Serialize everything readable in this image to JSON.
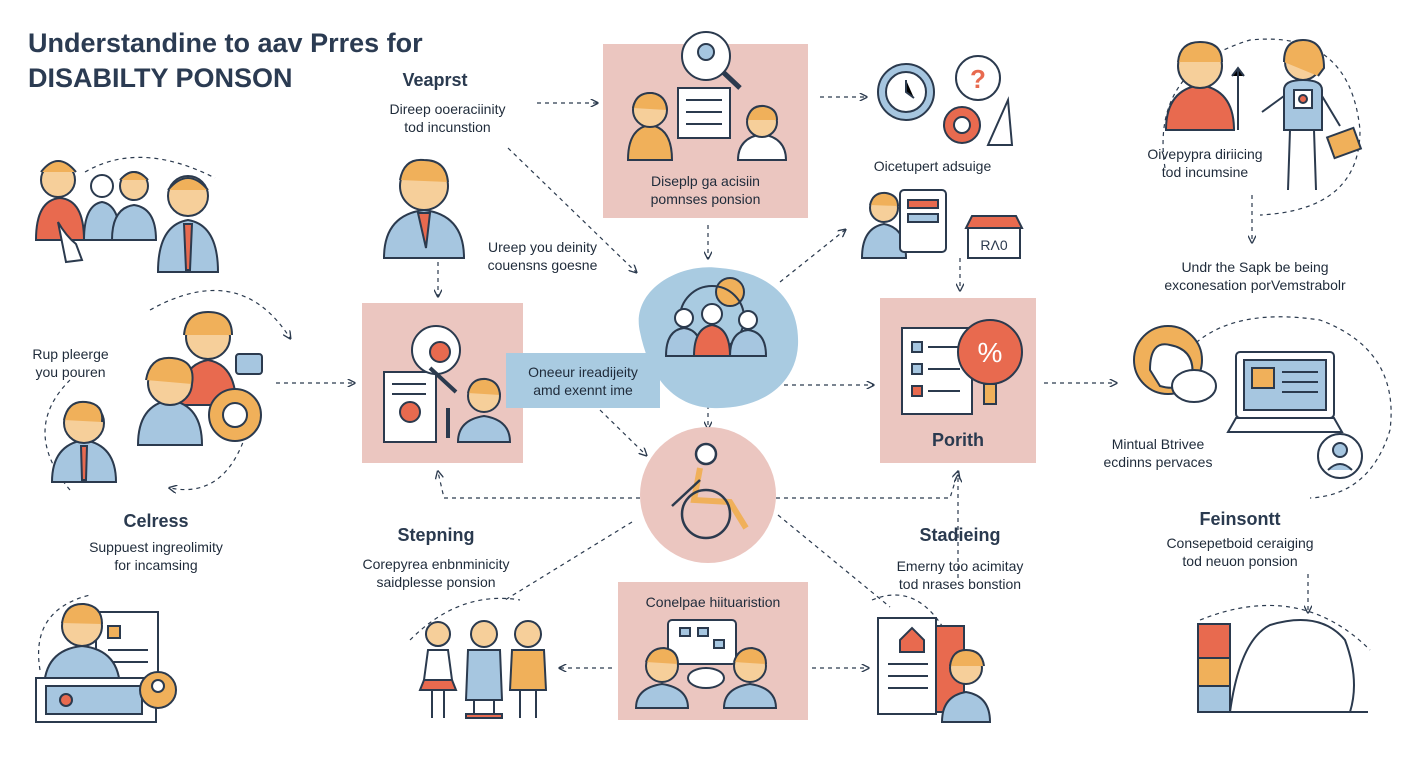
{
  "title": {
    "line1": "Understandine to aav Prres for",
    "line2": "DISABILTY PONSON"
  },
  "colors": {
    "pink_panel": "#ebc6c0",
    "blue_blob": "#a9cbe1",
    "outline": "#2b3a4e",
    "skin": "#f6cf9a",
    "hair": "#f0b05a",
    "accent_red": "#e86a4f",
    "accent_blue": "#a6c6e0"
  },
  "nodes": {
    "veaprst": {
      "title": "Veaprst",
      "line1": "Direep ooeraciinity",
      "line2": "tod incunstion"
    },
    "top_panel": {
      "line1": "Diseplp ga acisiin",
      "line2": "pomnses ponsion"
    },
    "clock": {
      "caption": "Oicetupert adsuige"
    },
    "top_right": {
      "line1": "Oivepypra diriicing",
      "line2": "tod incumsine"
    },
    "right_mid": {
      "line1": "Undr the Sapk be being",
      "line2": "exconesation porVemstrabolr"
    },
    "upper_mid": {
      "line1": "Ureep you deinity",
      "line2": "couensns goesne"
    },
    "left_mid": {
      "line1": "Rup pleerge",
      "line2": "you pouren"
    },
    "callout": {
      "line1": "Oneeur ireadijeity",
      "line2": "amd exennt ime"
    },
    "porith": {
      "label": "Porith"
    },
    "mintual": {
      "line1": "Mintual Btrivee",
      "line2": "ecdinns pervaces"
    },
    "celress": {
      "title": "Celress",
      "line1": "Suppuest ingreolimity",
      "line2": "for incamsing"
    },
    "stepning": {
      "title": "Stepning",
      "line1": "Corepyrea enbnminicity",
      "line2": "saidplesse ponsion"
    },
    "stadieing": {
      "title": "Stadieing",
      "line1": "Emerny too acimitay",
      "line2": "tod nrases bonstion"
    },
    "feinsontt": {
      "title": "Feinsontt",
      "line1": "Consepetboid ceraiging",
      "line2": "tod neuon ponsion"
    },
    "bottom_panel": {
      "caption": "Conelpae hiituaristion"
    }
  }
}
